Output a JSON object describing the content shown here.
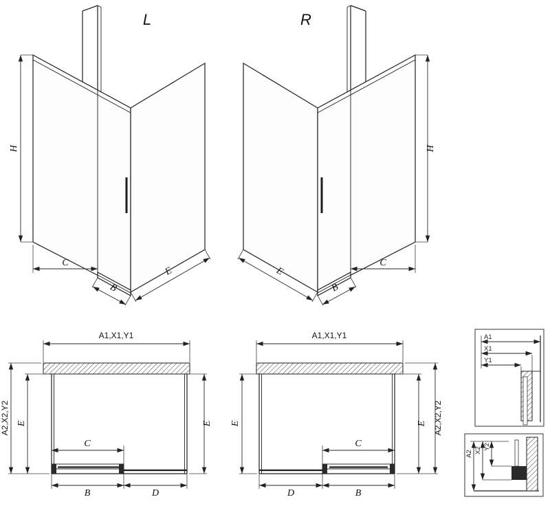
{
  "titles": {
    "left": "L",
    "right": "R"
  },
  "iso_left": {
    "h": "H",
    "c": "C",
    "b": "B",
    "e": "E"
  },
  "iso_right": {
    "h": "H",
    "c": "C",
    "b": "B",
    "e": "E"
  },
  "plan_left": {
    "a1": "A1,X1,Y1",
    "a2": "A2,X2,Y2",
    "e_left": "E",
    "e_right": "E",
    "c": "C",
    "b": "B",
    "d": "D"
  },
  "plan_right": {
    "a1": "A1,X1,Y1",
    "a2": "A2,X2,Y2",
    "e_left": "E",
    "e_right": "E",
    "c": "C",
    "b": "B",
    "d": "D"
  },
  "detail_top": {
    "a1": "A1",
    "x1": "X1",
    "y1": "Y1"
  },
  "detail_bottom": {
    "a2": "A2",
    "x2": "X2",
    "y2": "Y2"
  },
  "colors": {
    "line": "#1d1d1d",
    "background": "#ffffff"
  }
}
